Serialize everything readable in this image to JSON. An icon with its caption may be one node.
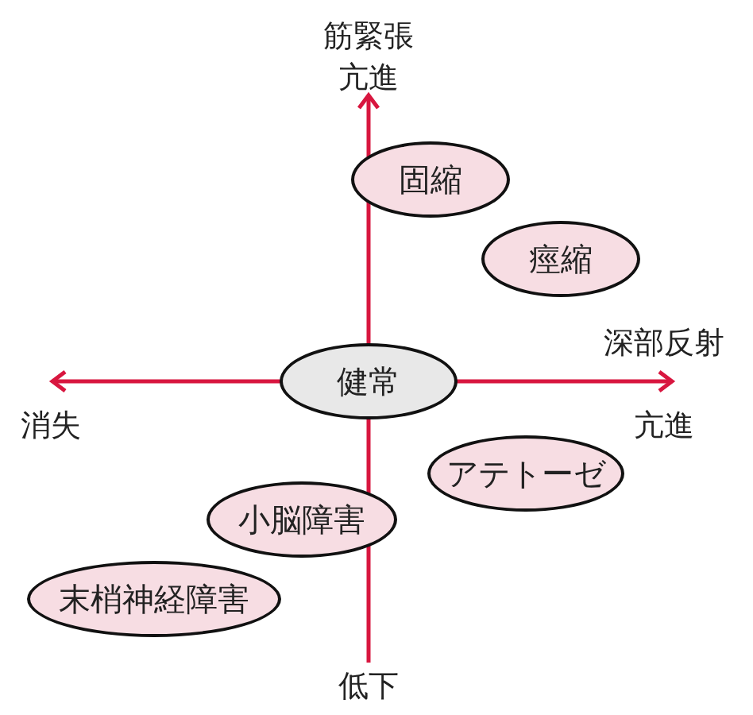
{
  "diagram": {
    "nodes": [
      {
        "text": [
          "固縮"
        ]
      },
      {
        "text": [
          "痙縮"
        ]
      },
      {
        "text": [
          "健常"
        ]
      },
      {
        "text": [
          "アテトーゼ"
        ]
      },
      {
        "text": [
          "小脳障害"
        ]
      },
      {
        "text": [
          "末梢神経障害"
        ]
      }
    ],
    "labels": [
      "筋緊張亢進",
      "深部反射",
      "消失",
      "亢進",
      "低下"
    ]
  }
}
